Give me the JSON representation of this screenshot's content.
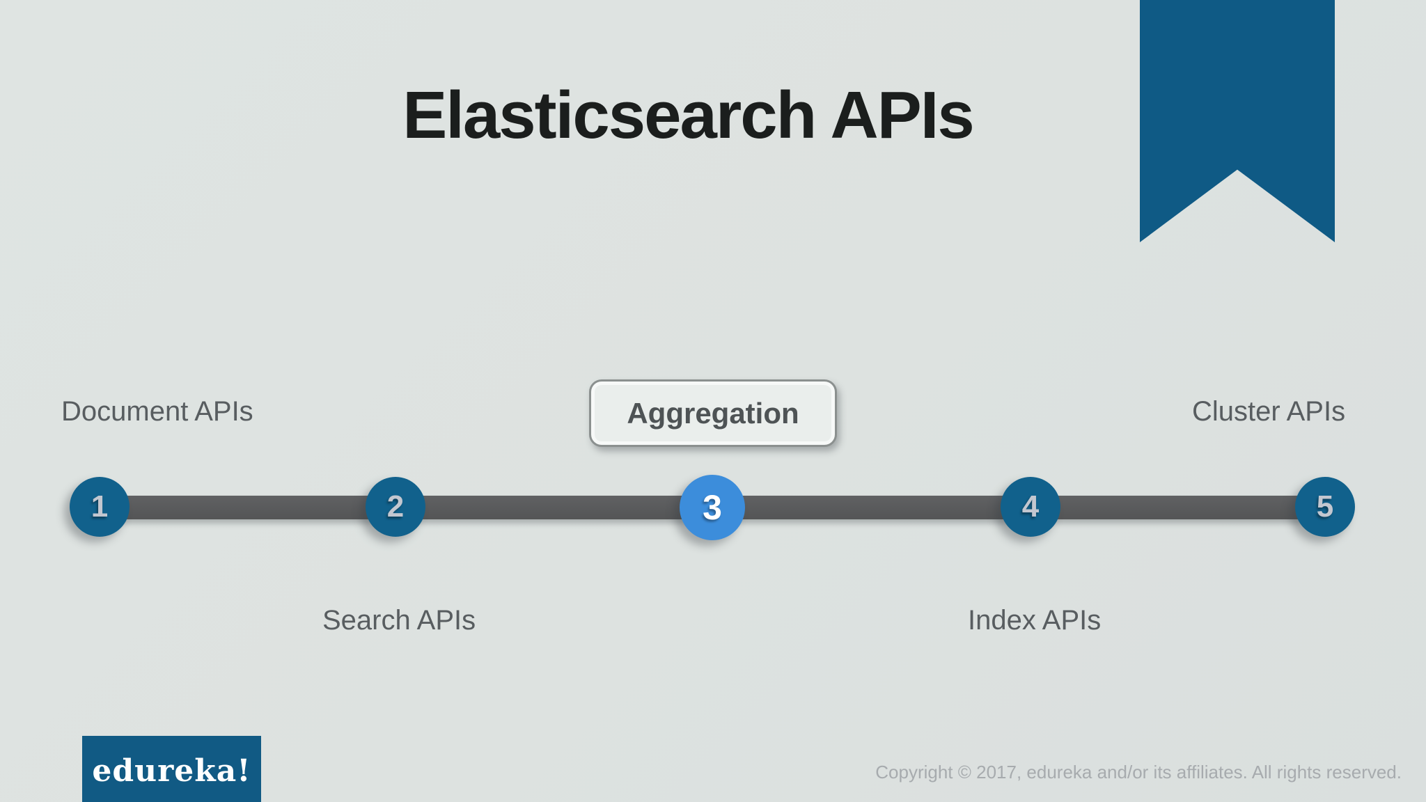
{
  "slide": {
    "title": "Elasticsearch APIs"
  },
  "colors": {
    "background": "#dde2e0",
    "bookmark_blue": "#0f5a85",
    "step_circle_blue": "#11618c",
    "active_step_blue": "#3c8ddb",
    "timeline_bar_gray": "#58595a",
    "label_gray": "#585d60",
    "title_color": "#1b1e1d",
    "copyright_gray": "#a7abae",
    "logo_background": "#115a84"
  },
  "timeline": {
    "steps": [
      {
        "number": "1",
        "label": "Document APIs",
        "active": false,
        "label_position": "top"
      },
      {
        "number": "2",
        "label": "Search APIs",
        "active": false,
        "label_position": "bottom"
      },
      {
        "number": "3",
        "label": "Aggregation",
        "active": true,
        "label_position": "top-boxed"
      },
      {
        "number": "4",
        "label": "Index APIs",
        "active": false,
        "label_position": "bottom"
      },
      {
        "number": "5",
        "label": "Cluster APIs",
        "active": false,
        "label_position": "top"
      }
    ]
  },
  "footer": {
    "logo_text": "edureka!",
    "copyright": "Copyright © 2017, edureka and/or its affiliates. All rights reserved."
  }
}
